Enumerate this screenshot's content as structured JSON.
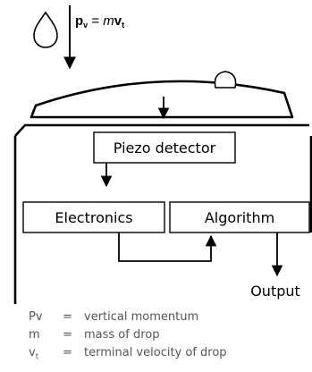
{
  "equation": {
    "lhs_symbol": "p",
    "lhs_subscript": "v",
    "equals": " = ",
    "mass_symbol": "m",
    "velocity_symbol": "v",
    "velocity_subscript": "t"
  },
  "boxes": {
    "piezo_detector": "Piezo detector",
    "electronics": "Electronics",
    "algorithm": "Algorithm"
  },
  "output_label": "Output",
  "legend": [
    {
      "symbol": "Pv",
      "equals": "=",
      "definition": "vertical momentum"
    },
    {
      "symbol": "m",
      "equals": "=",
      "definition": "mass of drop"
    },
    {
      "symbol": "v",
      "symbol_subscript": "t",
      "equals": "=",
      "definition": "terminal velocity of drop"
    }
  ],
  "colors": {
    "line": "#000000",
    "legend_text": "#555555"
  }
}
